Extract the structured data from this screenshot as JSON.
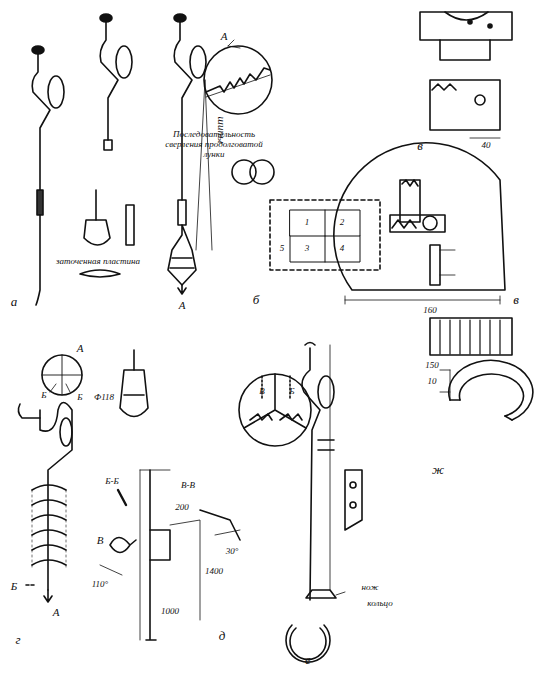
{
  "diagram": {
    "labels": [
      "заточенная пластина",
      "шипы",
      "А",
      "а",
      "А",
      "Последовательность сверления продолговатой лунки",
      "1",
      "2",
      "3",
      "4",
      "5",
      "б",
      "40",
      "в",
      "160",
      "в",
      "А",
      "Б",
      "Б",
      "Ф118",
      "Б-Б",
      "В",
      "110°",
      "А",
      "Б",
      "г",
      "В-В",
      "30°",
      "200",
      "1400",
      "1000",
      "д",
      "В",
      "Б",
      "нож",
      "кольцо",
      "е",
      "150",
      "10",
      "ж"
    ]
  }
}
